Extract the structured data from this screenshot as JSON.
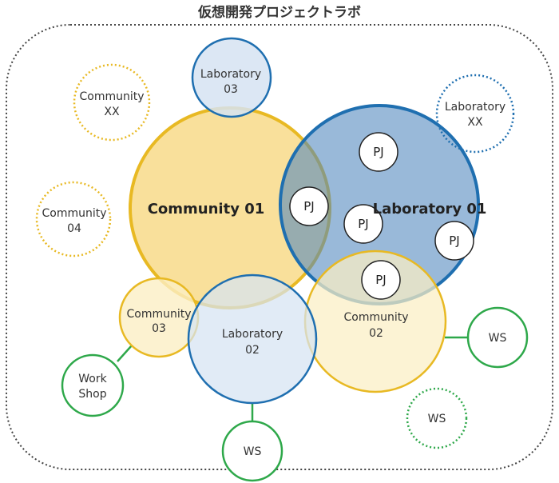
{
  "title": "仮想開発プロジェクトラボ",
  "nodes": {
    "community_01": "Community 01",
    "laboratory_01": "Laboratory 01",
    "laboratory_02": [
      "Laboratory",
      "02"
    ],
    "laboratory_03": [
      "Laboratory",
      "03"
    ],
    "laboratory_xx": [
      "Laboratory",
      "XX"
    ],
    "community_02": [
      "Community",
      "02"
    ],
    "community_03": [
      "Community",
      "03"
    ],
    "community_04": [
      "Community",
      "04"
    ],
    "community_xx": [
      "Community",
      "XX"
    ],
    "workshop": [
      "Work",
      "Shop"
    ],
    "ws": "WS",
    "pj": "PJ"
  },
  "colors": {
    "yellow_stroke": "#E8B923",
    "yellow_fill": "#F7D67A",
    "light_yellow_fill": "#FBEFC4",
    "blue_stroke": "#1F6FB0",
    "blue_fill": "#8FB3D9",
    "light_blue_fill": "#D6E3F2",
    "green_stroke": "#2EA84A",
    "dark_dotted": "#444444"
  }
}
